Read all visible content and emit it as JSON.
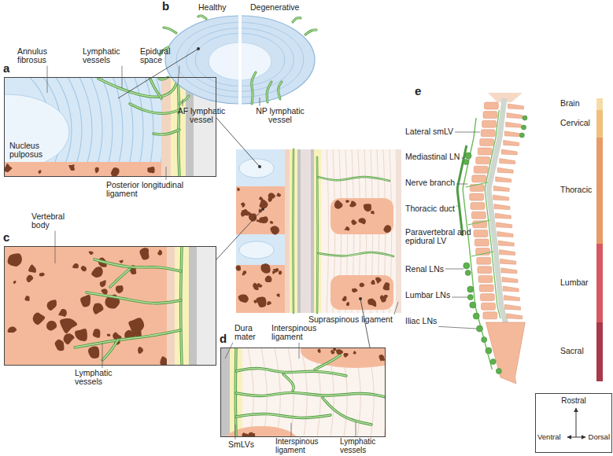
{
  "diagram": {
    "nodes": [
      {
        "text": [
          "a"
        ]
      },
      {
        "text": [
          "c"
        ]
      },
      {
        "text": [
          "d"
        ]
      },
      {
        "text": [
          "Rostral",
          "Ventral",
          "Dorsal"
        ]
      }
    ],
    "labels": [
      "b",
      "Healthy",
      "Degenerative",
      "AF lymphatic vessel",
      "NP lymphatic vessel",
      "Annulus fibrosus",
      "Lymphatic vessels",
      "Epidural space",
      "Nucleus pulposus",
      "Posterior longitudinal ligament",
      "Vertebral body",
      "Lymphatic vessels",
      "Supraspinous ligament",
      "Dura mater",
      "Interspinous ligament",
      "SmLVs",
      "Interspinous ligament",
      "Lymphatic vessels",
      "e",
      "Lateral smLV",
      "Mediastinal LN",
      "Nerve branch",
      "Thoracic duct",
      "Paravertebral and epidural LV",
      "Renal LNs",
      "Lumbar LNs",
      "Iliac LNs",
      "Brain",
      "Cervical",
      "Thoracic",
      "Lumbar",
      "Sacral"
    ]
  }
}
